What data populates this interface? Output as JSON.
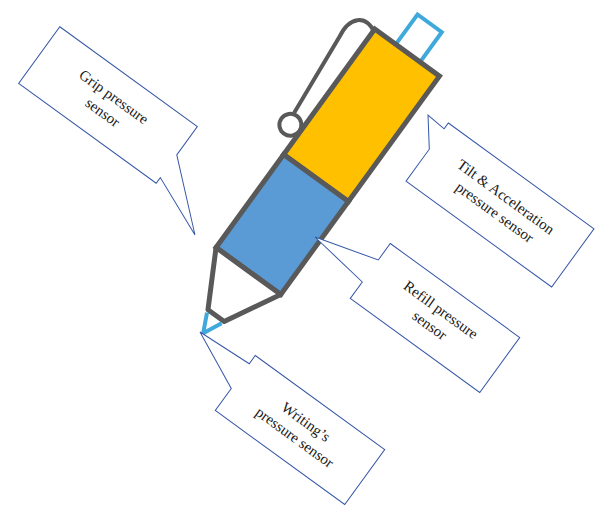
{
  "diagram": {
    "nodes": [
      {
        "text": [
          "Grip pressure sensor"
        ]
      },
      {
        "text": [
          "Tilt & Acceleration pressure sensor"
        ]
      },
      {
        "text": [
          "Refill pressure sensor"
        ]
      },
      {
        "text": [
          "Writing’s pressure sensor"
        ]
      }
    ]
  }
}
